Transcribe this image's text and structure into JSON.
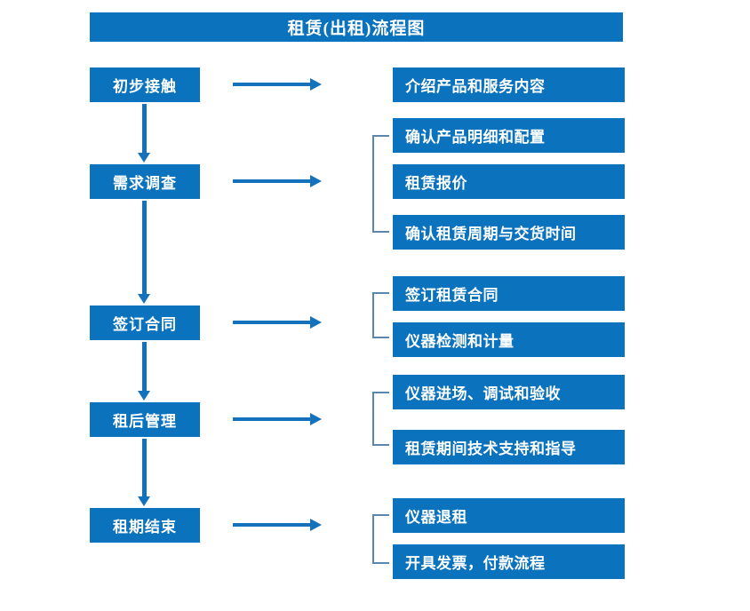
{
  "title": "租赁(出租)流程图",
  "theme": {
    "box_fill": "#0b72bd",
    "box_text": "#ffffff",
    "arrow": "#1472bd",
    "bracket": "#5b86ae",
    "background": "#ffffff"
  },
  "stages": [
    {
      "label": "初步接触"
    },
    {
      "label": "需求调查"
    },
    {
      "label": "签订合同"
    },
    {
      "label": "租后管理"
    },
    {
      "label": "租期结束"
    }
  ],
  "details": [
    {
      "label": "介绍产品和服务内容"
    },
    {
      "label": "确认产品明细和配置"
    },
    {
      "label": "租赁报价"
    },
    {
      "label": "确认租赁周期与交货时间"
    },
    {
      "label": "签订租赁合同"
    },
    {
      "label": "仪器检测和计量"
    },
    {
      "label": "仪器进场、调试和验收"
    },
    {
      "label": "租赁期间技术支持和指导"
    },
    {
      "label": "仪器退租"
    },
    {
      "label": "开具发票，付款流程"
    }
  ],
  "groups": [
    {
      "stage": "初步接触",
      "details": [
        "介绍产品和服务内容"
      ],
      "bracket": false
    },
    {
      "stage": "需求调查",
      "details": [
        "确认产品明细和配置",
        "租赁报价",
        "确认租赁周期与交货时间"
      ],
      "bracket": true
    },
    {
      "stage": "签订合同",
      "details": [
        "签订租赁合同",
        "仪器检测和计量"
      ],
      "bracket": true
    },
    {
      "stage": "租后管理",
      "details": [
        "仪器进场、调试和验收",
        "租赁期间技术支持和指导"
      ],
      "bracket": true
    },
    {
      "stage": "租期结束",
      "details": [
        "仪器退租",
        "开具发票，付款流程"
      ],
      "bracket": true
    }
  ]
}
